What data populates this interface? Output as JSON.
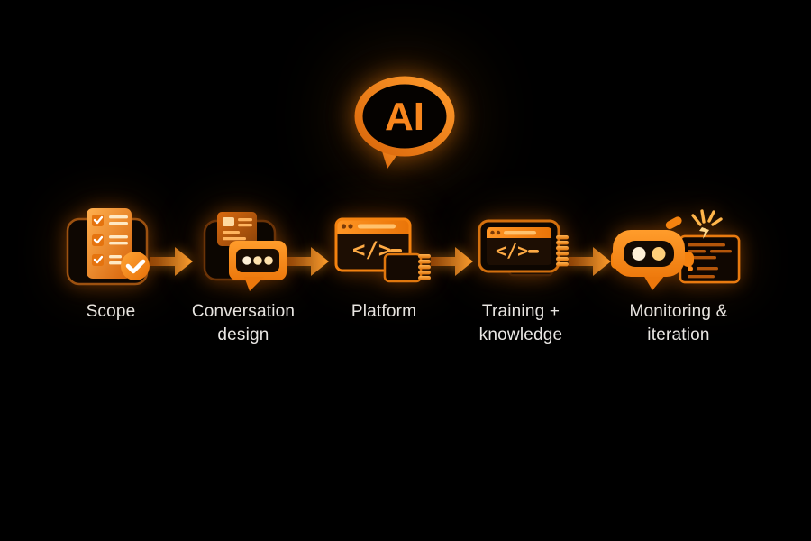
{
  "logo": {
    "text": "AI"
  },
  "flow": {
    "steps": [
      {
        "label": "Scope",
        "icon": "checklist-check-icon"
      },
      {
        "label": "Conversation design",
        "icon": "chat-bubble-document-icon"
      },
      {
        "label": "Platform",
        "icon": "code-browser-plugin-icon"
      },
      {
        "label": "Training + knowledge",
        "icon": "code-monitor-data-icon"
      },
      {
        "label": "Monitoring & iteration",
        "icon": "robot-report-spark-icon"
      }
    ],
    "connector": "right-arrow"
  },
  "colors": {
    "background": "#000000",
    "accent": "#F5820F",
    "accent_bright": "#FF9D2E",
    "accent_deep": "#8A4208",
    "panel_dark": "#170B03",
    "cream_detail": "#FFE3AE",
    "label_text": "#E9E7E4"
  }
}
